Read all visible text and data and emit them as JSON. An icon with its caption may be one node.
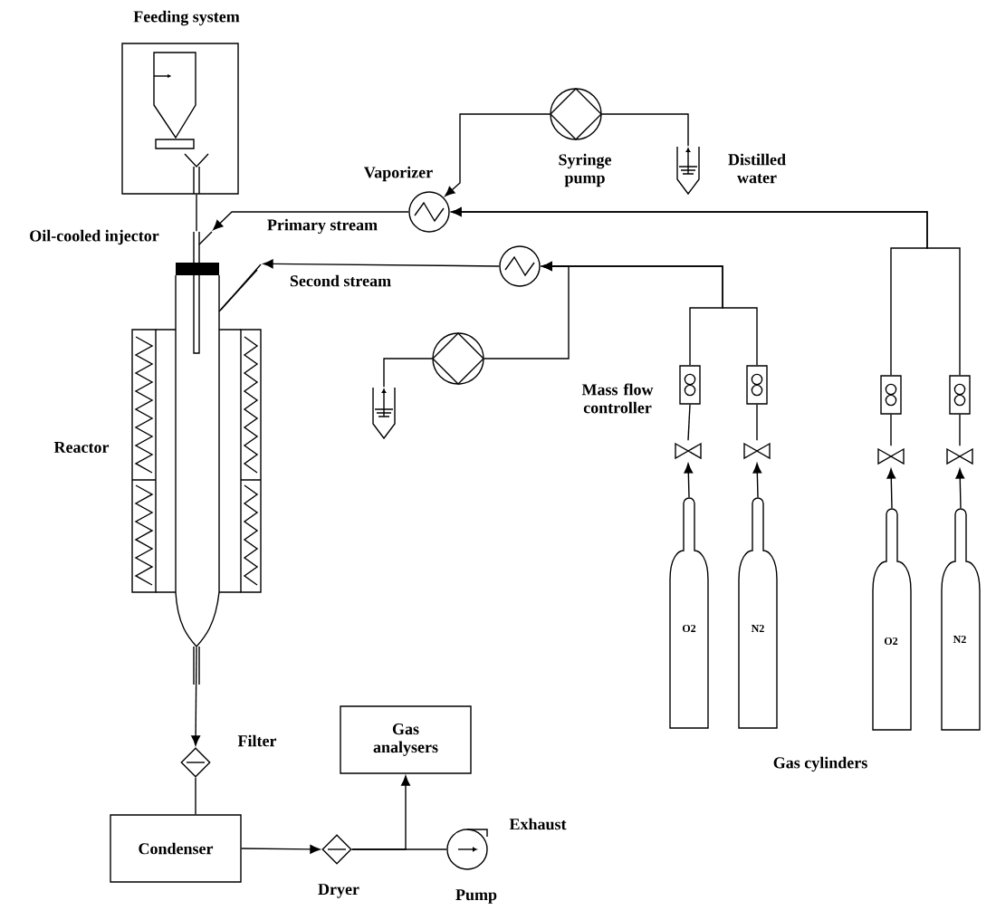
{
  "diagram": {
    "nodes": [
      {
        "text": [
          "Feeding system"
        ]
      },
      {
        "text": [
          "Reactor"
        ]
      },
      {
        "text": [
          "Vaporizer"
        ]
      },
      {
        "text": [
          "Syringe pump"
        ]
      },
      {
        "text": [
          "Distilled water"
        ]
      },
      {
        "text": [],
        "shape": "circle"
      },
      {
        "text": [],
        "shape": "circle"
      },
      {
        "text": [],
        "shape": "vessel"
      },
      {
        "text": [
          "Mass flow controller"
        ]
      },
      {
        "text": [],
        "shape": "box"
      },
      {
        "text": [],
        "shape": "box"
      },
      {
        "text": [],
        "shape": "box"
      },
      {
        "text": [],
        "shape": "valve"
      },
      {
        "text": [],
        "shape": "valve"
      },
      {
        "text": [],
        "shape": "valve"
      },
      {
        "text": [],
        "shape": "valve"
      },
      {
        "text": [
          "O2"
        ]
      },
      {
        "text": [
          "N2"
        ]
      },
      {
        "text": [
          "O2"
        ]
      },
      {
        "text": [
          "N2"
        ]
      },
      {
        "text": [
          "Filter"
        ]
      },
      {
        "text": [
          "Gas analysers"
        ]
      },
      {
        "text": [
          "Condenser"
        ]
      },
      {
        "text": [
          "Dryer"
        ]
      },
      {
        "text": [
          "Pump"
        ]
      }
    ],
    "edges": [
      {
        "from": 0,
        "to": 1,
        "arrow": "none"
      },
      {
        "from": 4,
        "to": 3,
        "arrow": "none"
      },
      {
        "from": 3,
        "to": 2,
        "arrow": "to"
      },
      {
        "from": 10,
        "to": 2,
        "arrow": "to"
      },
      {
        "from": 11,
        "to": 2,
        "arrow": "to"
      },
      {
        "from": 2,
        "to": 1,
        "arrow": "to",
        "label": "Primary stream"
      },
      {
        "from": 7,
        "to": 6,
        "arrow": "none"
      },
      {
        "from": 6,
        "to": 5,
        "arrow": "to"
      },
      {
        "from": 8,
        "to": 5,
        "arrow": "to"
      },
      {
        "from": 9,
        "to": 5,
        "arrow": "to"
      },
      {
        "from": 5,
        "to": 1,
        "arrow": "to",
        "label": "Second stream"
      },
      {
        "from": 16,
        "to": 12,
        "arrow": "to"
      },
      {
        "from": 17,
        "to": 13,
        "arrow": "to"
      },
      {
        "from": 18,
        "to": 14,
        "arrow": "to"
      },
      {
        "from": 19,
        "to": 15,
        "arrow": "to"
      },
      {
        "from": 12,
        "to": 8,
        "arrow": "none"
      },
      {
        "from": 13,
        "to": 9,
        "arrow": "none"
      },
      {
        "from": 14,
        "to": 10,
        "arrow": "none"
      },
      {
        "from": 15,
        "to": 11,
        "arrow": "none"
      },
      {
        "from": 1,
        "to": 20,
        "arrow": "to"
      },
      {
        "from": 20,
        "to": 22,
        "arrow": "none"
      },
      {
        "from": 22,
        "to": 23,
        "arrow": "to"
      },
      {
        "from": 23,
        "to": 21,
        "arrow": "to"
      },
      {
        "from": 23,
        "to": 24,
        "arrow": "none"
      }
    ],
    "labels": [
      "Oil-cooled injector",
      "Exhaust",
      "Gas cylinders"
    ]
  }
}
